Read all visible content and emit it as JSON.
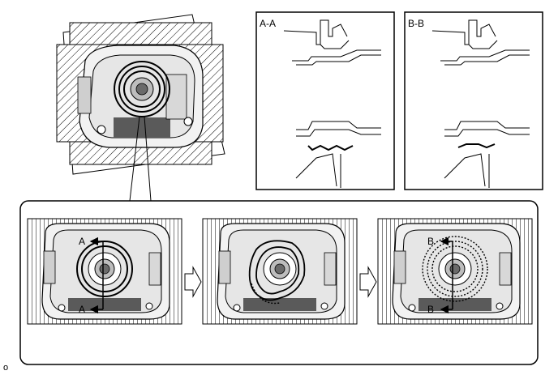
{
  "figure": {
    "code": "o",
    "sections": [
      {
        "id": "aa",
        "label": "A-A"
      },
      {
        "id": "bb",
        "label": "B-B"
      }
    ],
    "markers": {
      "a_top": "A",
      "a_bottom": "A",
      "b_top": "B",
      "b_bottom": "B"
    },
    "colors": {
      "line": "#000000",
      "panel_fill": "#e6e6e6",
      "housing_fill": "#f2f2f2",
      "dark_fill": "#5a5a5a",
      "hatch": "#000000"
    }
  }
}
